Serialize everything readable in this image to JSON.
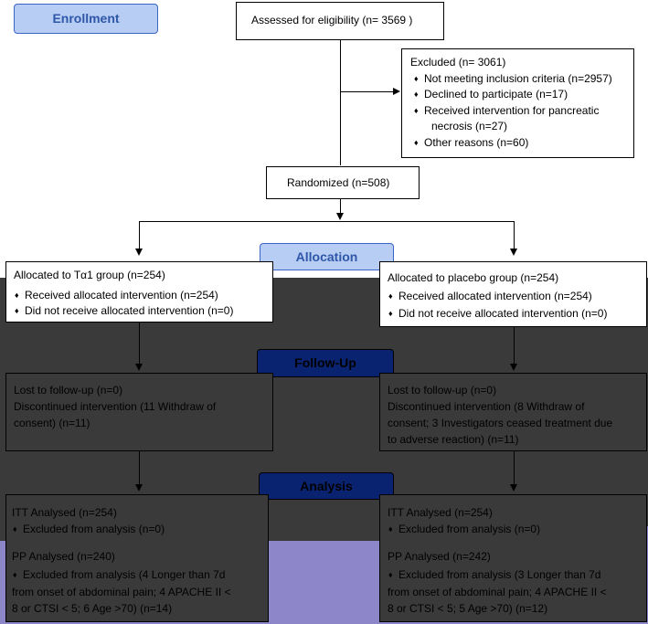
{
  "stages": {
    "enrollment": "Enrollment",
    "allocation": "Allocation",
    "followup": "Follow-Up",
    "analysis": "Analysis"
  },
  "assessed": "Assessed for eligibility (n= 3569 )",
  "excluded": {
    "title": "Excluded  (n= 3061)",
    "items": [
      "Not meeting inclusion criteria (n=2957)",
      "Declined to participate (n=17)",
      "Received intervention for pancreatic",
      "necrosis (n=27)",
      "Other reasons (n=60)"
    ]
  },
  "randomized": "Randomized (n=508)",
  "left": {
    "allocation_title": "Allocated to Tα1 group (n=254)",
    "allocation_items": [
      "Received allocated intervention (n=254)",
      "Did not receive allocated intervention (n=0)"
    ],
    "followup_lines": [
      "Lost to follow-up (n=0)",
      "Discontinued intervention (11 Withdraw of",
      "consent) (n=11)"
    ],
    "itt_title": "ITT Analysed  (n=254)",
    "itt_item": "Excluded from analysis (n=0)",
    "pp_title": "PP Analysed  (n=240)",
    "pp_lines": [
      "Excluded from analysis (4 Longer than 7d",
      "from onset of abdominal pain; 4 APACHE II <",
      "8 or CTSI < 5;  6 Age >70) (n=14)"
    ]
  },
  "right": {
    "allocation_title": "Allocated to placebo group (n=254)",
    "allocation_items": [
      "Received allocated intervention (n=254)",
      "Did not receive allocated intervention (n=0)"
    ],
    "followup_lines": [
      "Lost to follow-up (n=0)",
      "Discontinued intervention (8 Withdraw of",
      "consent; 3 Investigators ceased treatment due",
      "to adverse reaction) (n=11)"
    ],
    "itt_title": "ITT Analysed  (n=254)",
    "itt_item": "Excluded from analysis (n=0)",
    "pp_title": "PP Analysed  (n=242)",
    "pp_lines": [
      "Excluded from analysis (3 Longer than 7d",
      "from onset of abdominal pain; 4 APACHE II <",
      "8 or CTSI < 5;  5 Age >70) (n=12)"
    ]
  }
}
